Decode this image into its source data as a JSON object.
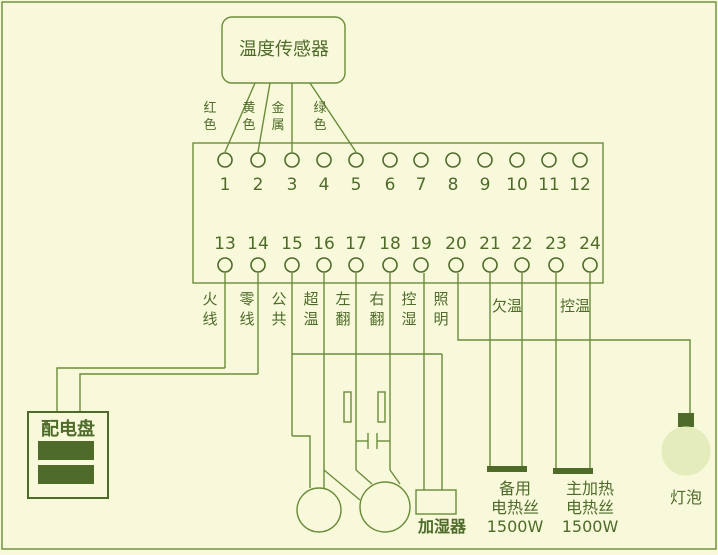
{
  "sensor": {
    "title": "温度传感器"
  },
  "sensor_wires": [
    {
      "id": "red",
      "label": [
        "红",
        "色"
      ]
    },
    {
      "id": "yellow",
      "label": [
        "黄",
        "色"
      ]
    },
    {
      "id": "metal",
      "label": [
        "金",
        "属"
      ]
    },
    {
      "id": "green",
      "label": [
        "绿",
        "色"
      ]
    }
  ],
  "terminals_top": [
    "1",
    "2",
    "3",
    "4",
    "5",
    "6",
    "7",
    "8",
    "9",
    "10",
    "11",
    "12"
  ],
  "terminals_bottom": [
    "13",
    "14",
    "15",
    "16",
    "17",
    "18",
    "19",
    "20",
    "21",
    "22",
    "23",
    "24"
  ],
  "terminal_labels": [
    {
      "id": "live",
      "text": [
        "火",
        "线"
      ]
    },
    {
      "id": "neutral",
      "text": [
        "零",
        "线"
      ]
    },
    {
      "id": "common",
      "text": [
        "公",
        "共"
      ]
    },
    {
      "id": "overtemp",
      "text": [
        "超",
        "温"
      ]
    },
    {
      "id": "flip-left",
      "text": [
        "左",
        "翻"
      ]
    },
    {
      "id": "flip-right",
      "text": [
        "右",
        "翻"
      ]
    },
    {
      "id": "humidity-ctrl",
      "text": [
        "控",
        "湿"
      ]
    },
    {
      "id": "lighting",
      "text": [
        "照",
        "明"
      ]
    },
    {
      "id": "under-temp",
      "text": [
        "欠温"
      ]
    },
    {
      "id": "temp-ctrl",
      "text": [
        "控温"
      ]
    }
  ],
  "panel": {
    "title": "配电盘"
  },
  "devices": {
    "humidifier": "加湿器",
    "backup_heater": [
      "备用",
      "电热丝",
      "1500W"
    ],
    "main_heater": [
      "主加热",
      "电热丝",
      "1500W"
    ],
    "bulb": "灯泡"
  },
  "colors": {
    "line": "#6b8c3a",
    "text": "#4f6b2a",
    "background": "#f7f9da",
    "bulb": "#e5ecbb"
  }
}
